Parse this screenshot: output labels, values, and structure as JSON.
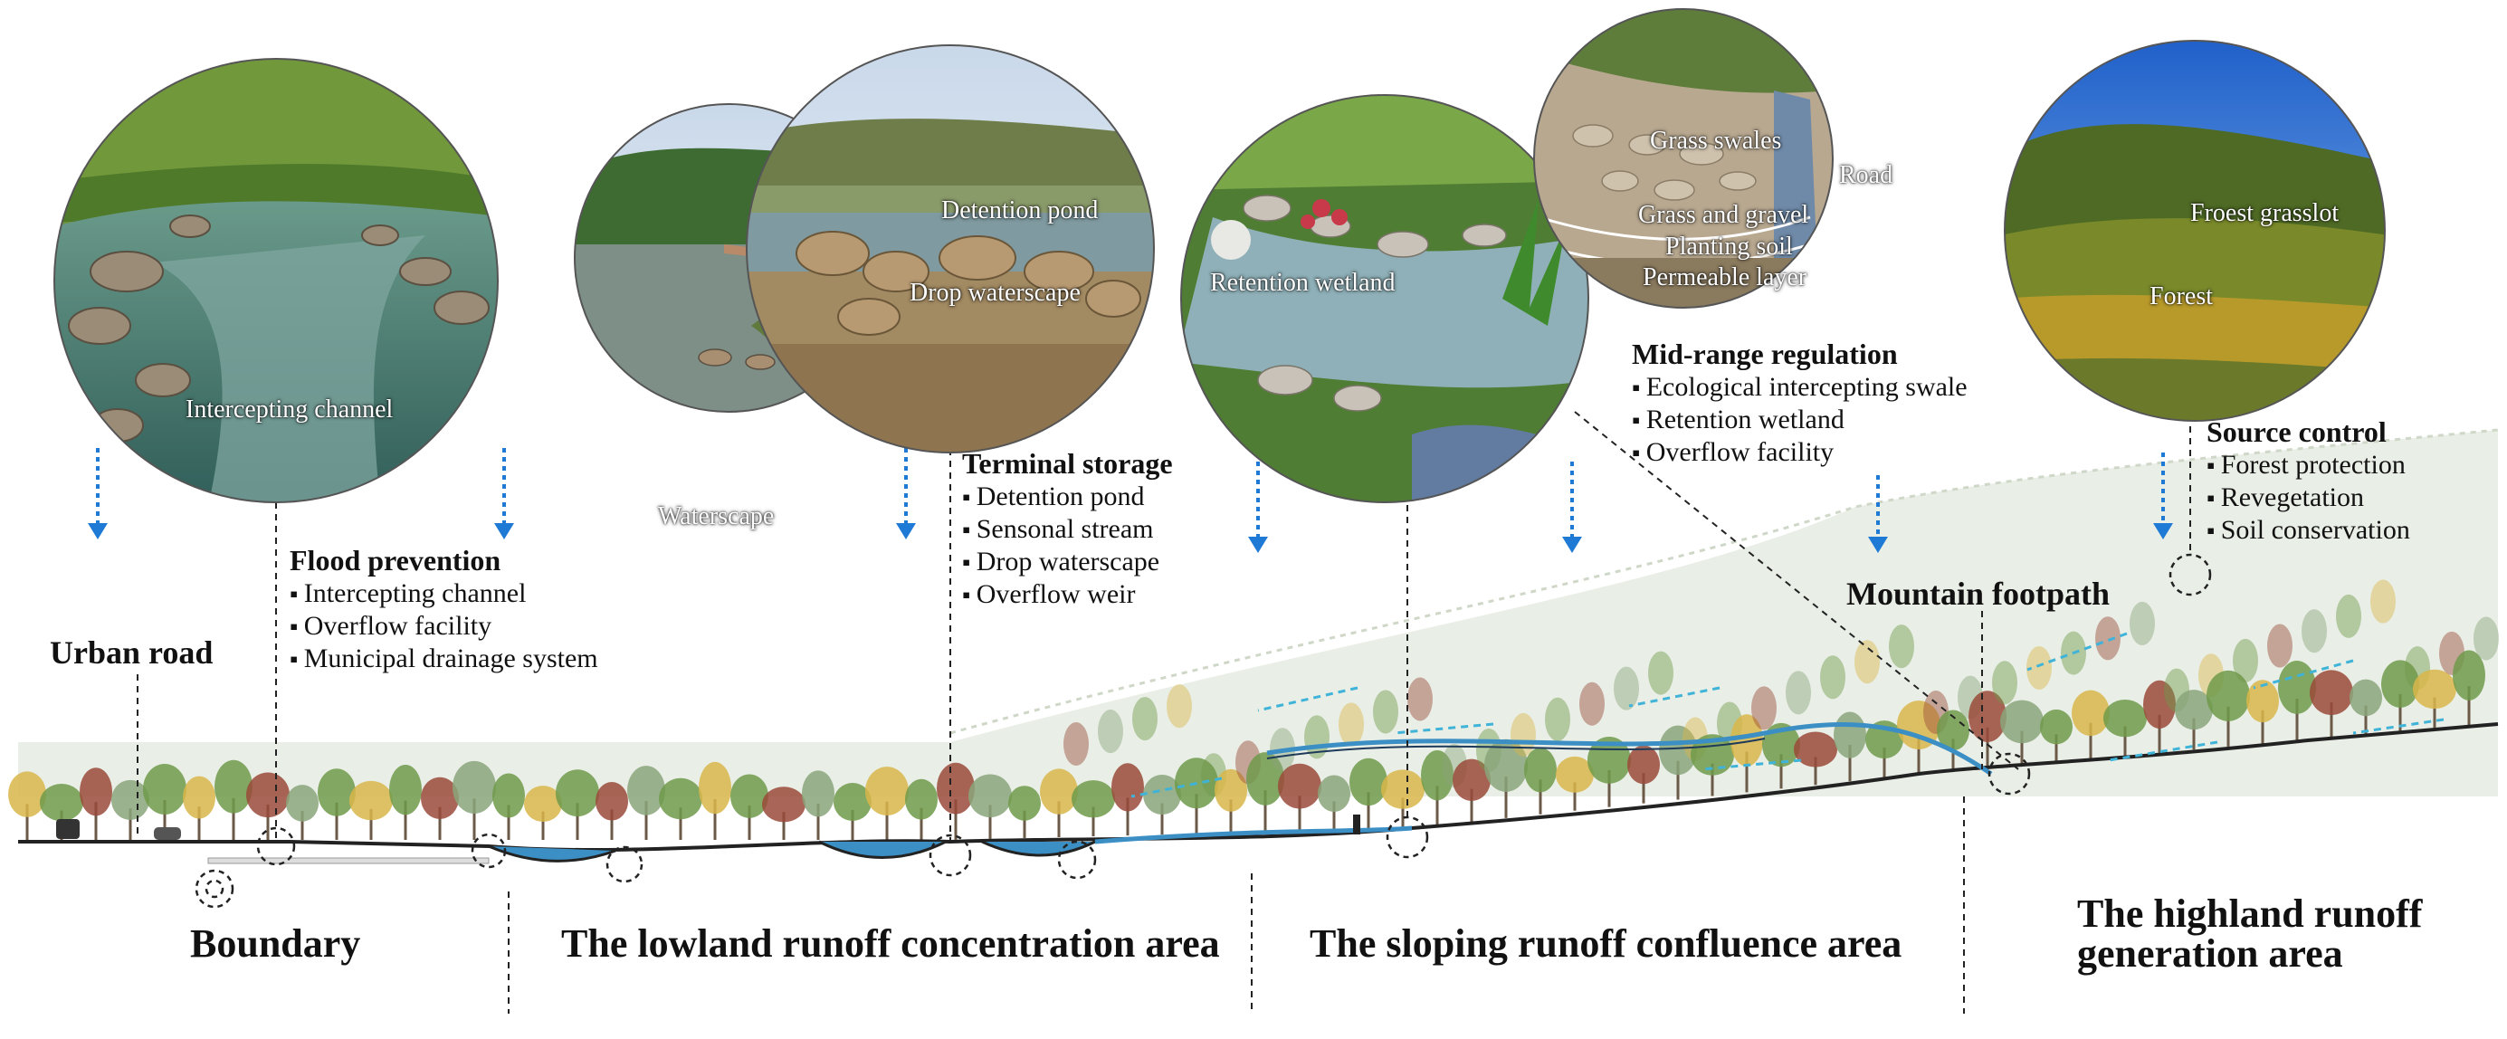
{
  "labels": {
    "urban_road": "Urban road",
    "mountain_footpath": "Mountain footpath"
  },
  "areas": {
    "boundary": "Boundary",
    "lowland": "The lowland runoff concentration area",
    "sloping": "The sloping runoff confluence area",
    "highland_line1": "The highland runoff",
    "highland_line2": "generation area"
  },
  "measures": {
    "flood": {
      "title": "Flood prevention",
      "items": [
        "Intercepting channel",
        "Overflow facility",
        "Municipal drainage system"
      ]
    },
    "terminal": {
      "title": "Terminal storage",
      "items": [
        "Detention pond",
        "Sensonal stream",
        "Drop waterscape",
        "Overflow weir"
      ]
    },
    "midrange": {
      "title": "Mid-range regulation",
      "items": [
        "Ecological intercepting swale",
        "Retention wetland",
        "Overflow facility"
      ]
    },
    "source": {
      "title": "Source control",
      "items": [
        "Forest protection",
        "Revegetation",
        "Soil conservation"
      ]
    }
  },
  "photos": {
    "intercepting": "Intercepting channel",
    "waterscape": "Waterscape",
    "detention_pond": "Detention pond",
    "drop_waterscape": "Drop waterscape",
    "retention_wetland": "Retention wetland",
    "grass_swales": "Grass swales",
    "road": "Road",
    "grass_gravel": "Grass and gravel",
    "planting_soil": "Planting soil",
    "permeable_layer": "Permeable layer",
    "forest_grasslot": "Froest grasslot",
    "forest": "Forest"
  },
  "colors": {
    "water": "#3b8fc4",
    "flow_arrow": "#1f7ad6",
    "tree_green": "#6f9a4a",
    "tree_yellow": "#d9b64a",
    "tree_red": "#9a4a3a"
  }
}
